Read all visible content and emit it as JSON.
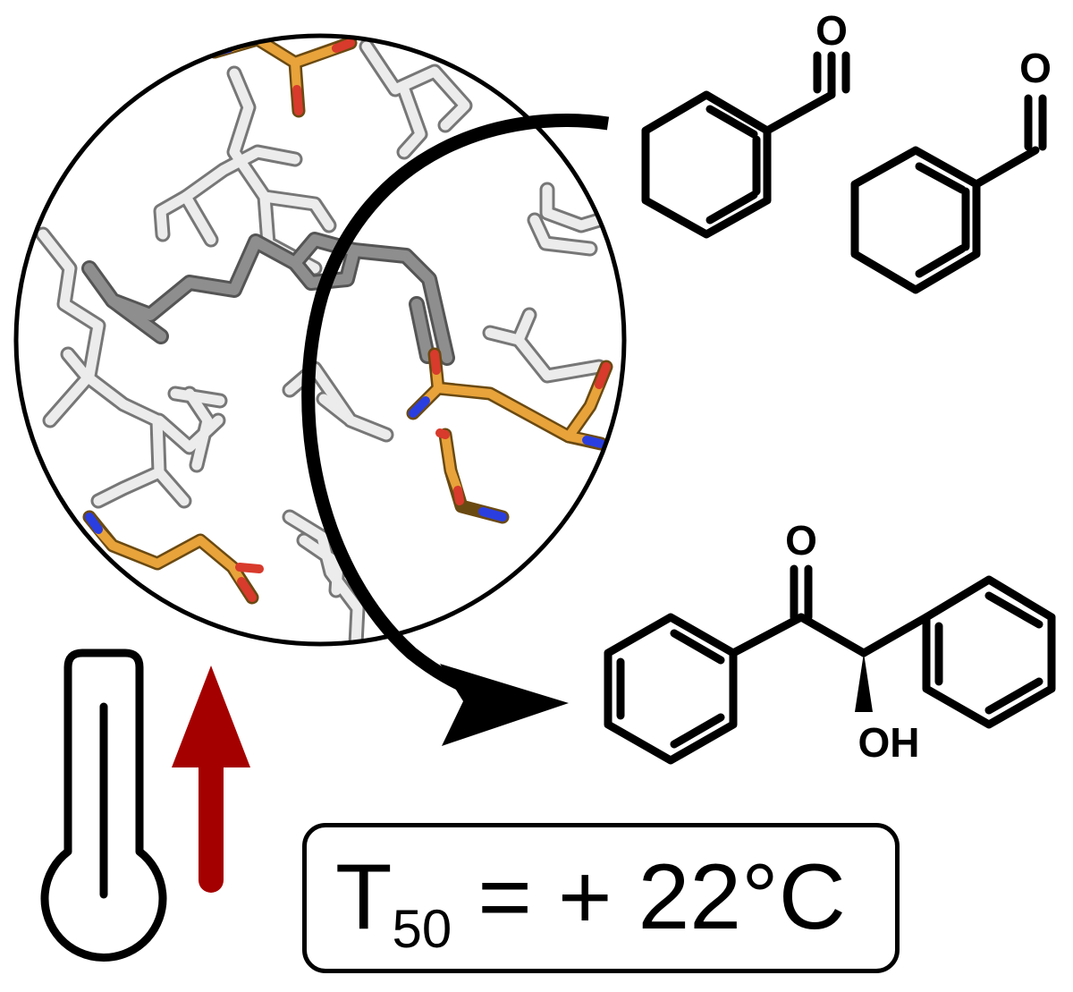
{
  "reactant_1": {
    "oxygen_label": "O"
  },
  "reactant_2": {
    "oxygen_label": "O"
  },
  "product": {
    "carbonyl_label": "O",
    "hydroxyl_label": "OH"
  },
  "t50": {
    "symbol": "T",
    "subscript": "50",
    "equals": "=",
    "value": "+ 22°C"
  },
  "colors": {
    "stick_white": "#e6e6e6",
    "stick_gray": "#8a8a8a",
    "carbon_orange": "#e8a33a",
    "oxygen_red": "#d83a2c",
    "nitrogen_blue": "#2a3ee0",
    "arrow_red": "#a50000",
    "line": "#000000"
  },
  "icons": [
    "thermometer-icon",
    "up-arrow-icon",
    "curved-reaction-arrow"
  ]
}
